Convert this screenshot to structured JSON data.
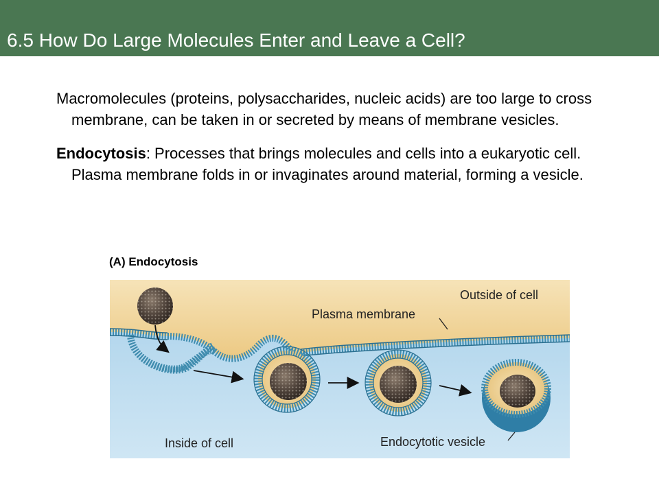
{
  "slide": {
    "title": "6.5 How Do Large Molecules Enter and Leave a Cell?",
    "paragraph1": "Macromolecules (proteins, polysaccharides, nucleic acids) are too large to cross membrane, can be taken in or secreted by means of membrane vesicles.",
    "paragraph2_term": "Endocytosis",
    "paragraph2_rest": ": Processes that brings molecules and cells into a eukaryotic cell. Plasma membrane folds in or invaginates around material, forming a vesicle."
  },
  "figure": {
    "panel_label": "(A)  Endocytosis",
    "outside_label": "Outside of cell",
    "membrane_label": "Plasma membrane",
    "inside_label": "Inside of cell",
    "vesicle_label": "Endocytotic vesicle"
  },
  "colors": {
    "title_bar": "#4a7752",
    "outside": "#f3d9a5",
    "inside": "#bcdcef",
    "membrane": "#3f8cae",
    "particle": "#4a3f36"
  }
}
